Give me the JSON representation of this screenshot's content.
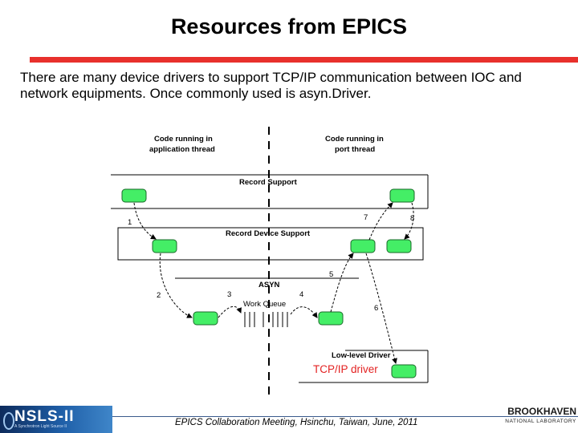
{
  "slide": {
    "title": "Resources from EPICS",
    "intro": "There are many device drivers to support TCP/IP communication between IOC and network equipments. Once commonly used is asyn.Driver.",
    "accent_color": "#e8302c"
  },
  "diagram": {
    "header_left_line1": "Code running in",
    "header_left_line2": "application thread",
    "header_right_line1": "Code running in",
    "header_right_line2": "port thread",
    "record_support": "Record Support",
    "record_device_support": "Record Device Support",
    "asyn": "ASYN",
    "work_queue": "Work Queue",
    "low_level_driver": "Low-level Driver",
    "tcp_ip_driver": "TCP/IP driver",
    "step_labels": [
      "1",
      "2",
      "3",
      "4",
      "5",
      "6",
      "7",
      "8"
    ],
    "node_color": "#44ee66",
    "annotation_color": "#e32222"
  },
  "footer": {
    "text": "EPICS Collaboration Meeting, Hsinchu, Taiwan, June, 2011"
  },
  "logos": {
    "nsls_wordmark": "NSLS-II",
    "nsls_subtitle": "A Synchrotron Light Source II",
    "bnl_main": "BROOKHAVEN",
    "bnl_sub": "NATIONAL LABORATORY"
  }
}
